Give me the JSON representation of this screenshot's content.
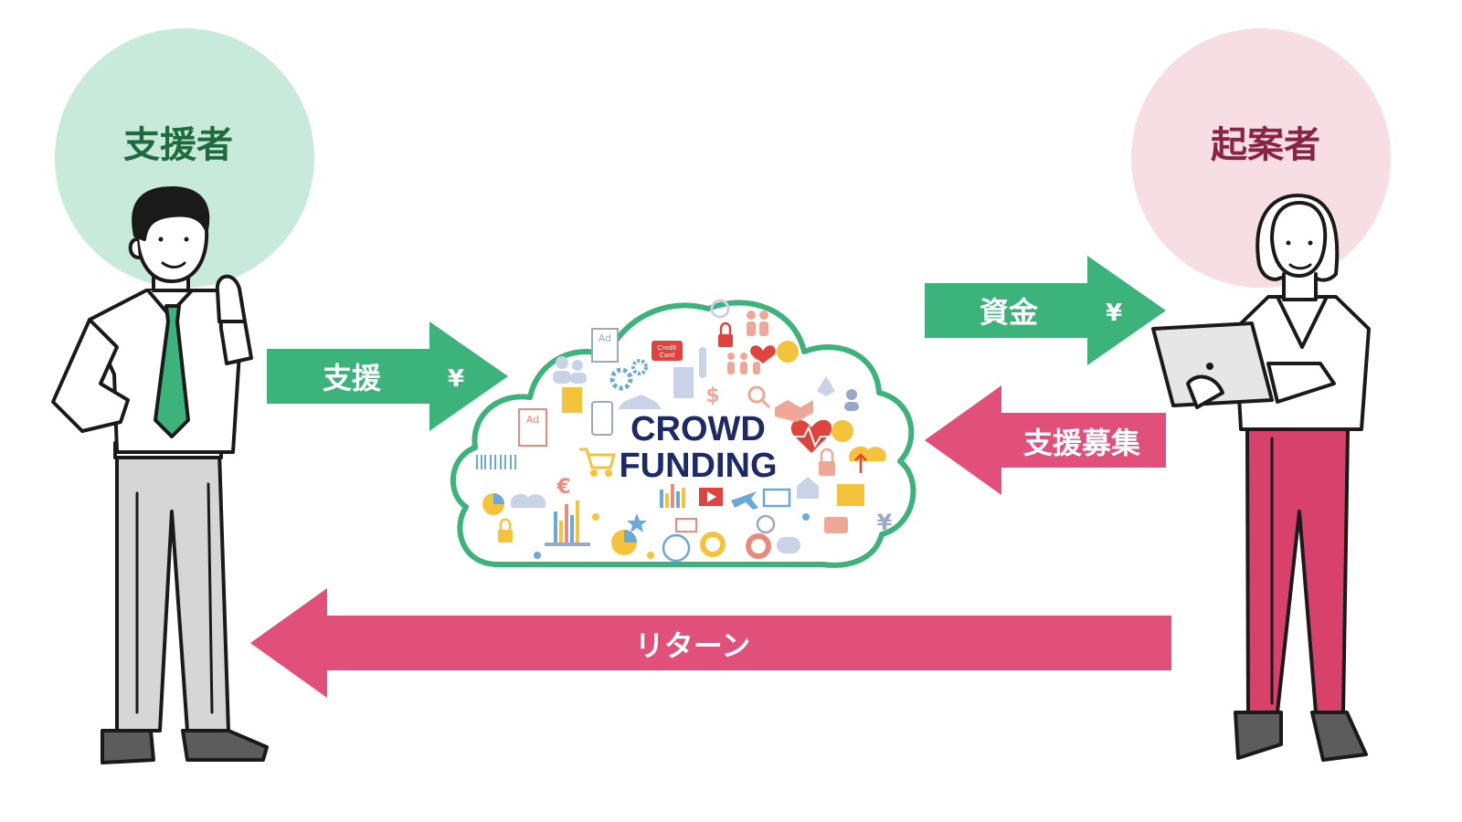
{
  "roles": {
    "supporter": "支援者",
    "creator": "起案者"
  },
  "arrows": {
    "support": {
      "label": "支援",
      "symbol": "¥"
    },
    "funds": {
      "label": "資金",
      "symbol": "¥"
    },
    "recruit": {
      "label": "支援募集"
    },
    "return": {
      "label": "リターン"
    }
  },
  "cloud": {
    "line1": "CROWD",
    "line2": "FUNDING",
    "icon_labels": {
      "ad": "Ad",
      "credit": "Credit",
      "card": "Card",
      "euro": "€",
      "yen": "¥",
      "dollar": "$"
    }
  },
  "colors": {
    "green_arrow": "#3cb37a",
    "pink_arrow": "#e0507a",
    "supporter_circle": "#c8eadb",
    "creator_circle": "#f7dde4",
    "supporter_text": "#1f6b3d",
    "creator_text": "#8a2445",
    "cloud_border": "#3cb37a",
    "brand_text": "#1d2a66",
    "tie": "#3cb37a",
    "pants_woman": "#d9416d",
    "pants_man": "#d6d6d6"
  }
}
